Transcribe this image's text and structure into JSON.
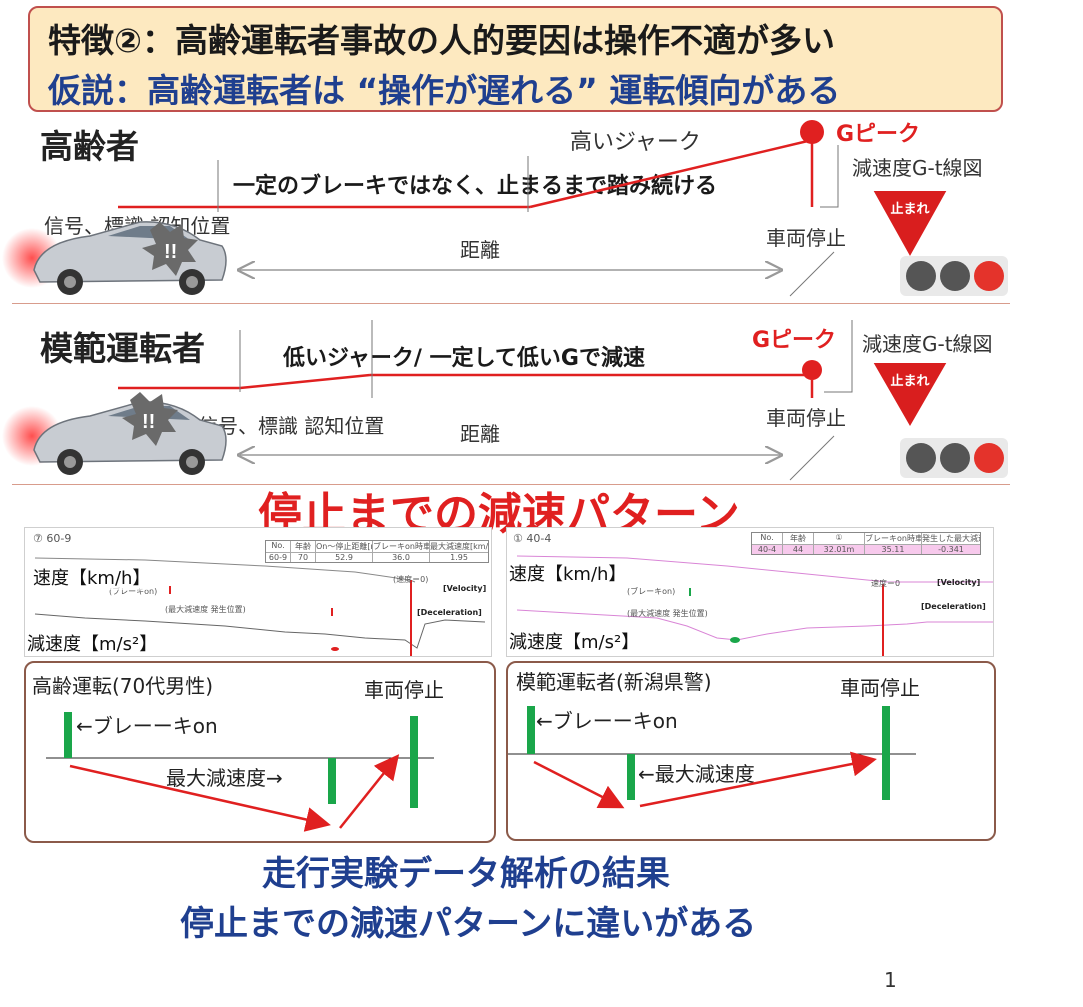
{
  "header": {
    "line1": "特徴②：高齢運転者事故の人的要因は操作不適が多い",
    "line2": "仮説：高齢運転者は “操作が遅れる” 運転傾向がある"
  },
  "elderly": {
    "title": "高齢者",
    "high_jerk": "高いジャーク",
    "g_peak": "Gピーク",
    "gt_chart": "減速度G-t線図",
    "brake_note": "一定のブレーキではなく、止まるまで踏み続ける",
    "recognition": "信号、標識 認知位置",
    "stop": "車両停止",
    "distance": "距離",
    "sign": "止まれ"
  },
  "model": {
    "title": "模範運転者",
    "g_peak": "Gピーク",
    "gt_chart": "減速度G-t線図",
    "brake_note": "低いジャーク/ 一定して低いGで減速",
    "recognition": "信号、標識 認知位置",
    "stop": "車両停止",
    "distance": "距離",
    "sign": "止まれ"
  },
  "pattern_title": "停止までの減速パターン",
  "charts": [
    {
      "id": "⑦ 60-9",
      "speed_label": "速度【km/h】",
      "decel_label": "減速度【m/s²】",
      "table_headers": [
        "No.",
        "年齢",
        "On～停止距離[m]",
        "ブレーキon時車速[km/h]",
        "最大減速度[km/h/s]"
      ],
      "table_values": [
        "60-9",
        "70",
        "52.9",
        "36.0",
        "1.95"
      ],
      "velocity_tag": "[Velocity]",
      "decel_tag": "[Deceleration]",
      "brake_on_tag": "(ブレーキon)",
      "max_decel_tag": "(最大減速度 発生位置)",
      "speed0_tag": "(速度＝0)",
      "highlight": "#ffffff"
    },
    {
      "id": "① 40-4",
      "speed_label": "速度【km/h】",
      "decel_label": "減速度【m/s²】",
      "table_headers": [
        "No.",
        "年齢",
        "①",
        "ブレーキon時車速[km/h]",
        "発生した最大減速度[km/h/s]"
      ],
      "table_values": [
        "40-4",
        "44",
        "32.01m",
        "35.11",
        "-0.341"
      ],
      "velocity_tag": "[Velocity]",
      "decel_tag": "[Deceleration]",
      "brake_on_tag": "(ブレーキon)",
      "max_decel_tag": "(最大減速度 発生位置)",
      "speed0_tag": "速度＝0",
      "highlight": "#f7c9ec"
    }
  ],
  "panels": [
    {
      "title": "高齢運転(70代男性)",
      "stop": "車両停止",
      "brake_on": "←ブレーーキon",
      "max_decel": "最大減速度→"
    },
    {
      "title": "模範運転者(新潟県警)",
      "stop": "車両停止",
      "brake_on": "←ブレーーキon",
      "max_decel": "←最大減速度"
    }
  ],
  "conclusion": {
    "line1": "走行実験データ解析の結果",
    "line2": "停止までの減速パターンに違いがある"
  },
  "page_number": "1",
  "colors": {
    "accent_red": "#e02020",
    "navy": "#1f3f8f",
    "green": "#1aa64a",
    "box_bg": "#fde9c0"
  }
}
